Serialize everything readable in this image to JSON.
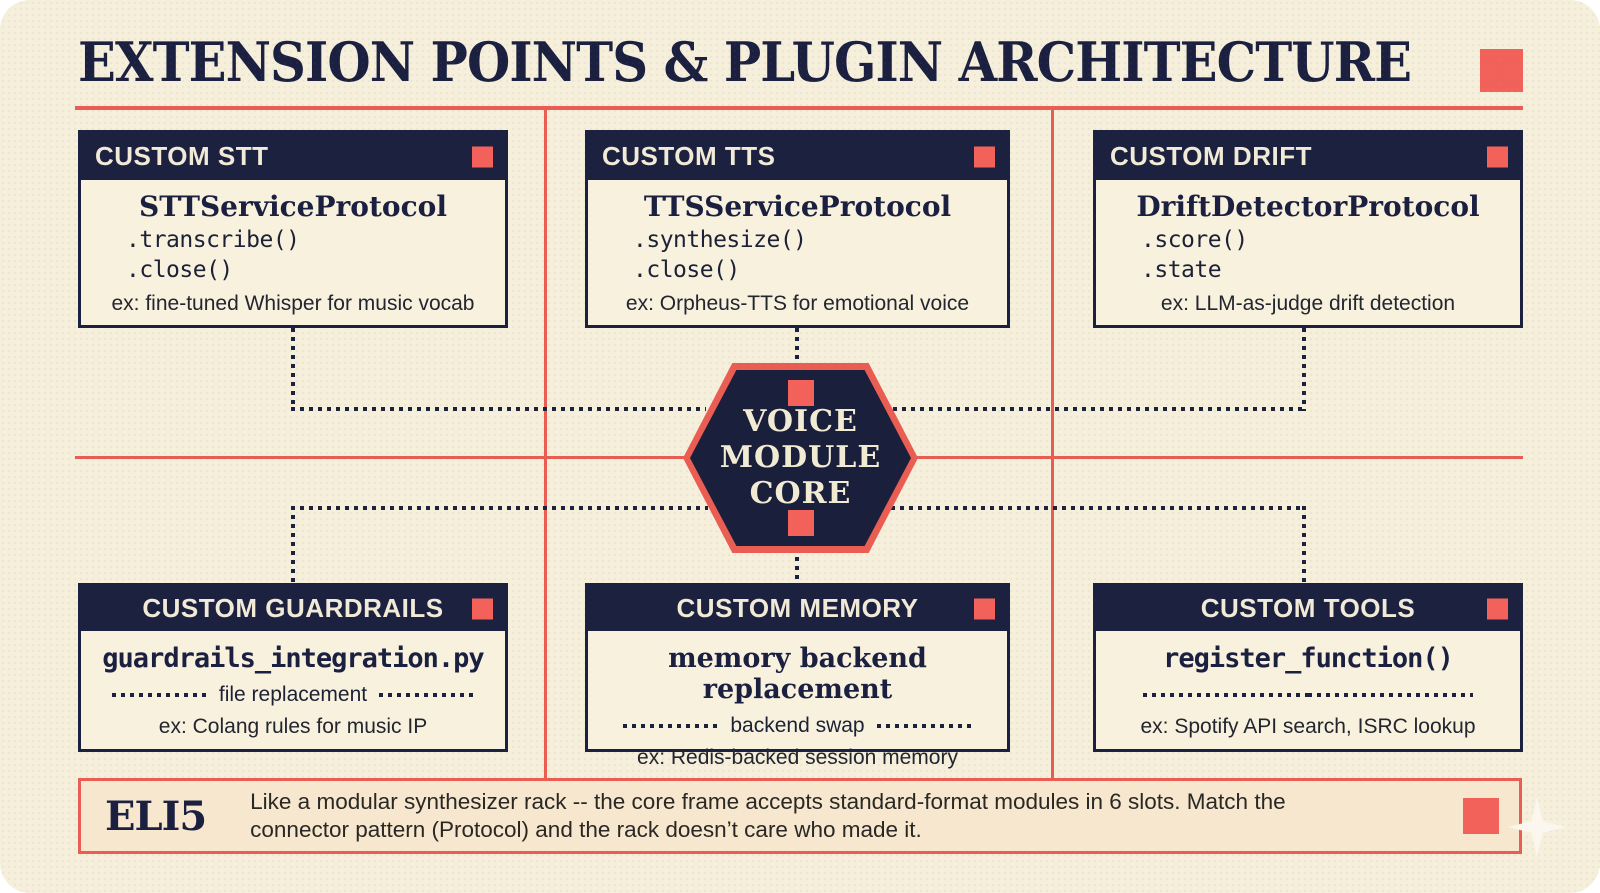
{
  "title": {
    "text": "EXTENSION POINTS & PLUGIN ARCHITECTURE"
  },
  "colors": {
    "background": "#f5efdc",
    "navy": "#1c2140",
    "salmon_line": "#e95d52",
    "accent_square": "#f2625a",
    "eli5_background": "#f6e7ce",
    "header_text": "#f0ead6"
  },
  "core": {
    "line1": "VOICE",
    "line2": "MODULE",
    "line3": "CORE"
  },
  "modules": {
    "top": [
      {
        "header": "CUSTOM STT",
        "protocol": "STTServiceProtocol",
        "method1": ".transcribe()",
        "method2": ".close()",
        "example": "ex: fine-tuned Whisper for music vocab"
      },
      {
        "header": "CUSTOM TTS",
        "protocol": "TTSServiceProtocol",
        "method1": ".synthesize()",
        "method2": ".close()",
        "example": "ex: Orpheus-TTS for emotional voice"
      },
      {
        "header": "CUSTOM DRIFT",
        "protocol": "DriftDetectorProtocol",
        "method1": ".score()",
        "method2": ".state",
        "example": "ex: LLM-as-judge drift detection"
      }
    ],
    "bottom": [
      {
        "header": "CUSTOM GUARDRAILS",
        "main": "guardrails_integration.py",
        "sub": "file replacement",
        "example": "ex: Colang rules for music IP"
      },
      {
        "header": "CUSTOM MEMORY",
        "main": "memory backend replacement",
        "sub": "backend swap",
        "example": "ex: Redis-backed session memory"
      },
      {
        "header": "CUSTOM TOOLS",
        "main": "register_function()",
        "sub": "",
        "example": "ex: Spotify API search, ISRC lookup"
      }
    ]
  },
  "eli5": {
    "label": "ELI5",
    "text": "Like a modular synthesizer rack -- the core frame accepts standard-format modules in 6 slots. Match the connector pattern (Protocol) and the rack doesn’t care who made it."
  }
}
